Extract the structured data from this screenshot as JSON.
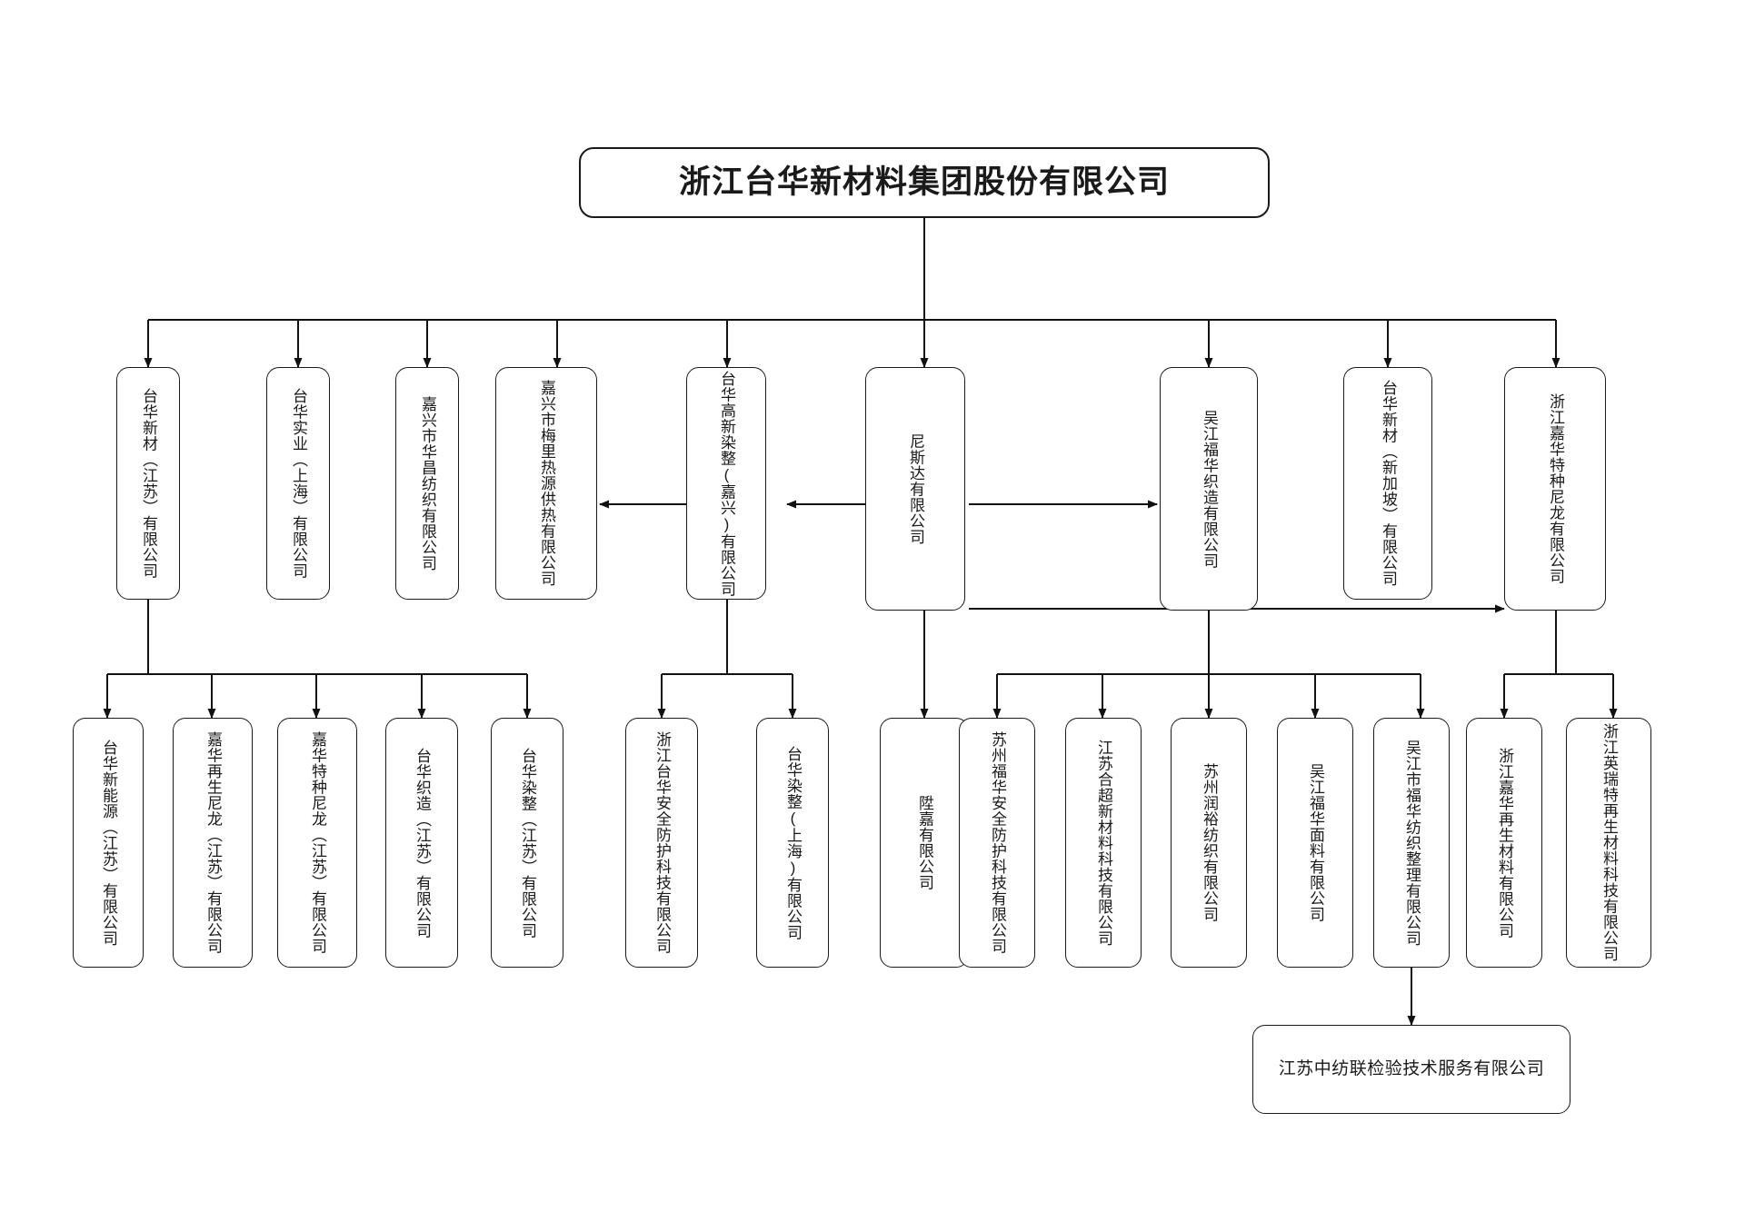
{
  "chart_data": {
    "type": "diagram",
    "title": "浙江台华新材料集团股份有限公司 组织架构图",
    "diagram_kind": "organization-chart",
    "orientation": "top-down",
    "node_count": 26,
    "edge_kinds": [
      "hierarchy-arrow",
      "cross-link-arrow"
    ]
  },
  "root": {
    "id": "n0",
    "label": "浙江台华新材料集团股份有限公司"
  },
  "level1": [
    {
      "id": "n1",
      "label": "台华新材（江苏）有限公司"
    },
    {
      "id": "n2",
      "label": "台华实业（上海）有限公司"
    },
    {
      "id": "n3",
      "label": "嘉兴市华昌纺织有限公司"
    },
    {
      "id": "n4",
      "label": "嘉兴市梅里热源供热有限公司"
    },
    {
      "id": "n5",
      "label": "台华高新染整(嘉兴)有限公司"
    },
    {
      "id": "n6",
      "label": "尼斯达有限公司"
    },
    {
      "id": "n7",
      "label": "吴江福华织造有限公司"
    },
    {
      "id": "n8",
      "label": "台华新材（新加坡）有限公司"
    },
    {
      "id": "n9",
      "label": "浙江嘉华特种尼龙有限公司"
    }
  ],
  "level2": [
    {
      "id": "n10",
      "label": "台华新能源（江苏）有限公司"
    },
    {
      "id": "n11",
      "label": "嘉华再生尼龙（江苏）有限公司"
    },
    {
      "id": "n12",
      "label": "嘉华特种尼龙（江苏）有限公司"
    },
    {
      "id": "n13",
      "label": "台华织造（江苏）有限公司"
    },
    {
      "id": "n14",
      "label": "台华染整（江苏）有限公司"
    },
    {
      "id": "n15",
      "label": "浙江台华安全防护科技有限公司"
    },
    {
      "id": "n16",
      "label": "台华染整(上海)有限公司"
    },
    {
      "id": "n17",
      "label": "陞嘉有限公司"
    },
    {
      "id": "n18",
      "label": "苏州福华安全防护科技有限公司"
    },
    {
      "id": "n19",
      "label": "江苏合超新材料科技有限公司"
    },
    {
      "id": "n20",
      "label": "苏州润裕纺织有限公司"
    },
    {
      "id": "n21",
      "label": "吴江福华面料有限公司"
    },
    {
      "id": "n22",
      "label": "吴江市福华纺织整理有限公司"
    },
    {
      "id": "n23",
      "label": "浙江嘉华再生材料有限公司"
    },
    {
      "id": "n24",
      "label": "浙江英瑞特再生材料科技有限公司"
    }
  ],
  "level3": [
    {
      "id": "n25",
      "label": "江苏中纺联检验技术服务有限公司"
    }
  ],
  "colors": {
    "stroke": "#1a1a1a",
    "fill": "#ffffff",
    "text": "#1a1a1a",
    "background": "#ffffff"
  }
}
